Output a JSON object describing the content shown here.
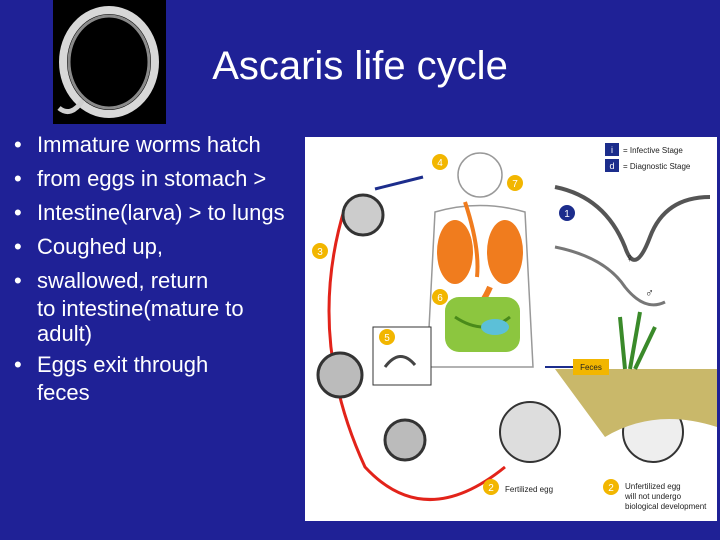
{
  "slide": {
    "title": "Ascaris life cycle",
    "bullets": [
      "Immature worms hatch",
      " from eggs in stomach >",
      "Intestine(larva) > to lungs",
      "Coughed up,",
      "swallowed, return"
    ],
    "bullet_continuation": [
      "to intestine(mature to",
      "adult)"
    ],
    "last_bullet": [
      "Eggs exit through",
      "feces"
    ]
  },
  "diagram": {
    "legend": {
      "infective": "= Infective Stage",
      "diagnostic": "= Diagnostic Stage",
      "infective_symbol": "i",
      "diagnostic_symbol": "d"
    },
    "step_numbers": [
      "1",
      "2",
      "2",
      "3",
      "4",
      "5",
      "6",
      "7"
    ],
    "labels": {
      "feces": "Feces",
      "fertilized": "Fertilized egg",
      "unfertilized_1": "Unfertilized egg",
      "unfertilized_2": "will not undergo",
      "unfertilized_3": "biological development",
      "male": "♂",
      "female": "♀"
    },
    "colors": {
      "background": "#1f2196",
      "text": "#ffffff",
      "step_circle": "#f2b600",
      "arrow_red": "#e2231a",
      "arrow_blue": "#1c2d8c",
      "lungs": "#f07c1e",
      "intestine": "#8cc63f"
    }
  }
}
